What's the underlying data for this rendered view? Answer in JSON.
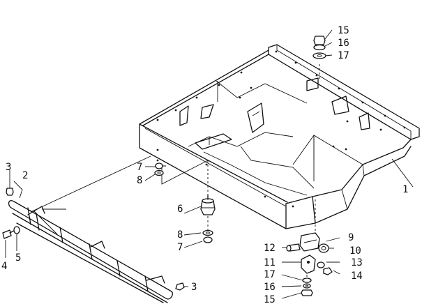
{
  "callouts": {
    "c1": "1",
    "c2": "2",
    "c3a": "3",
    "c3b": "3",
    "c4": "4",
    "c5": "5",
    "c6": "6",
    "c7a": "7",
    "c7b": "7",
    "c8a": "8",
    "c8b": "8",
    "c9": "9",
    "c10": "10",
    "c11": "11",
    "c12": "12",
    "c13": "13",
    "c14": "14",
    "c15a": "15",
    "c15b": "15",
    "c16a": "16",
    "c16b": "16",
    "c17a": "17",
    "c17b": "17"
  },
  "colors": {
    "ink": "#111111",
    "paper": "#ffffff"
  }
}
